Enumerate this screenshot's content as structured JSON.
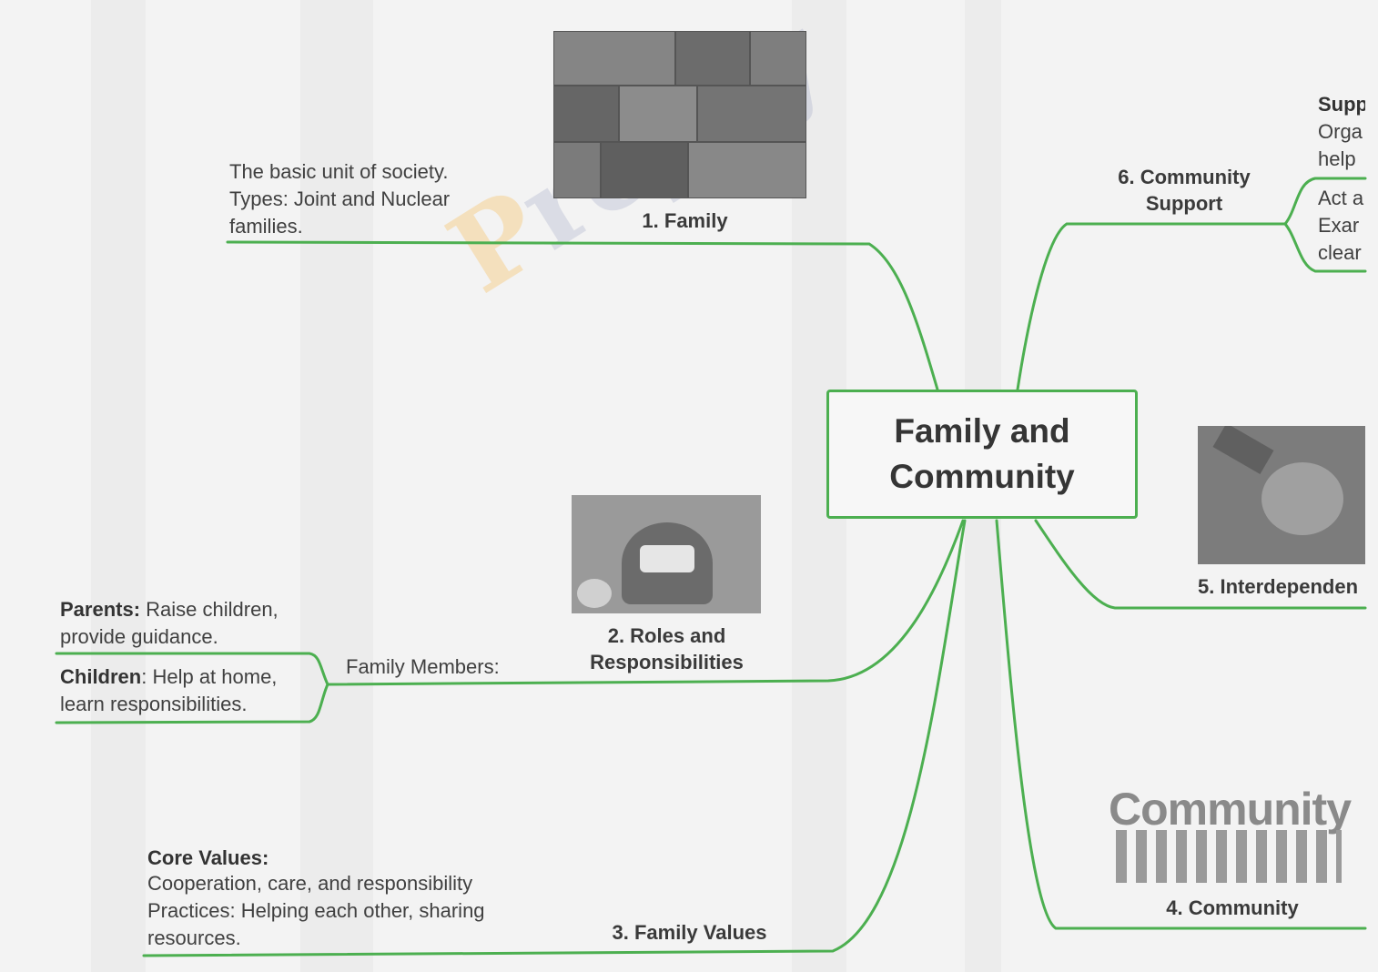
{
  "watermark": "Prepzy",
  "center": {
    "title": "Family and Community"
  },
  "nodes": {
    "family": {
      "label": "1. Family",
      "description": "The basic unit of society.\nTypes: Joint and Nuclear\nfamilies."
    },
    "roles": {
      "label": "2. Roles and\nResponsibilities",
      "members_label": "Family Members:",
      "parents_title": "Parents:",
      "parents_text": " Raise children,\nprovide guidance.",
      "children_title": "Children",
      "children_text": ": Help at home,\nlearn responsibilities."
    },
    "values": {
      "label": "3. Family Values",
      "core_title": "Core Values:",
      "core_text": "Cooperation, care, and responsibility\nPractices: Helping each other, sharing\nresources."
    },
    "community": {
      "label": "4. Community",
      "image_word": "Community"
    },
    "interdependence": {
      "label": "5. Interdependen"
    },
    "support": {
      "label": "6. Community\nSupport",
      "item1_title": "Supp",
      "item1_text": "Orga\nhelp",
      "item2_text": "Act a\nExar\nclear"
    }
  },
  "colors": {
    "branch": "#4caf50",
    "text": "#404040"
  }
}
